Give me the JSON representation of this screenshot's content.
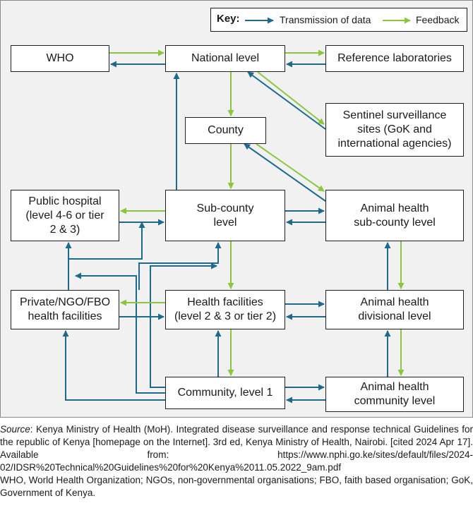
{
  "colors": {
    "transmission": "#1e6a8d",
    "feedback": "#8cc63f",
    "panel": "#f1f1f1"
  },
  "key": {
    "title": "Key:",
    "transmission": "Transmission of data",
    "feedback": "Feedback"
  },
  "nodes": {
    "who": "WHO",
    "national": "National level",
    "reference_labs": "Reference laboratories",
    "sentinel": "Sentinel surveillance\nsites (GoK and\ninternational agencies)",
    "county": "County",
    "public_hospital": "Public hospital\n(level 4-6 or tier\n2 & 3)",
    "sub_county": "Sub-county\nlevel",
    "animal_sub_county": "Animal health\nsub-county level",
    "private_ngo": "Private/NGO/FBO\nhealth facilities",
    "health_facilities": "Health facilities\n(level 2 & 3 or tier 2)",
    "animal_divisional": "Animal health\ndivisional level",
    "community": "Community, level 1",
    "animal_community": "Animal health\ncommunity level"
  },
  "source": {
    "label": "Source",
    "text": ": Kenya Ministry of Health (MoH). Integrated disease surveillance and response technical Guidelines for the republic of Kenya [homepage on the Internet]. 3rd ed, Kenya Ministry of Health, Nairobi. [cited 2024 Apr 17]. Available from: https://www.nphi.go.ke/sites/default/files/2024-02/IDSR%20Technical%20Guidelines%20for%20Kenya%2011.05.2022_9am.pdf"
  },
  "abbreviations": "WHO, World Health Organization; NGOs, non-governmental organisations; FBO, faith based organisation; GoK, Government of Kenya."
}
